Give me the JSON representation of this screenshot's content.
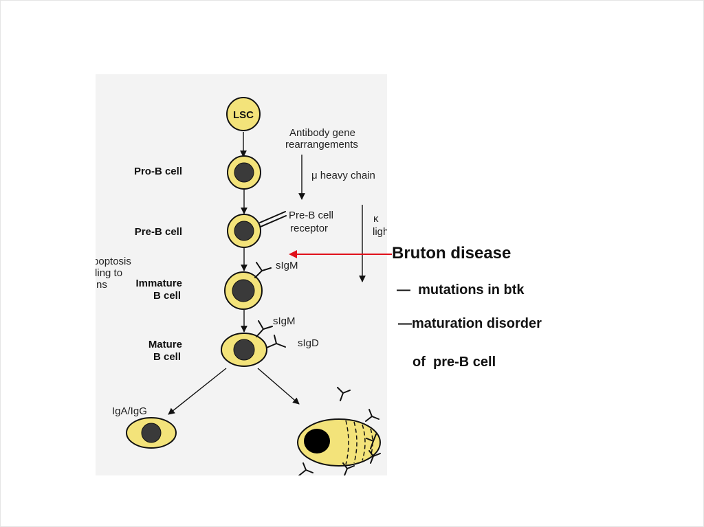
{
  "diagram": {
    "nodes": {
      "lsc": "LSC",
      "pro_b": "Pro-B cell",
      "pre_b": "Pre-B cell",
      "immature_line1": "Immature",
      "immature_line2": "B cell",
      "mature_line1": "Mature",
      "mature_line2": "B cell",
      "iga_igg": "IgA/IgG"
    },
    "notes": {
      "antibody_line1": "Antibody gene",
      "antibody_line2": "rearrangements",
      "mu_heavy": "μ heavy chain",
      "pre_b_receptor_line1": "Pre-B cell",
      "pre_b_receptor_line2": "receptor",
      "kappa_line1": "κ",
      "kappa_line2": "light",
      "sigm_1": "sIgM",
      "sigm_2": "sIgM",
      "sigd": "sIgD",
      "apoptosis_line1": "Apoptosis",
      "apoptosis_line2": "leading to",
      "apoptosis_line3": "ns"
    }
  },
  "annotations": {
    "title": "Bruton disease",
    "line1": "—  mutations in btk",
    "line2": "—maturation disorder",
    "line3": "of  pre-B cell"
  },
  "colors": {
    "cell_fill": "#f3e37a",
    "nucleus": "#3a3a3a",
    "pointer": "#e0101a",
    "figure_bg": "#f3f3f3"
  }
}
